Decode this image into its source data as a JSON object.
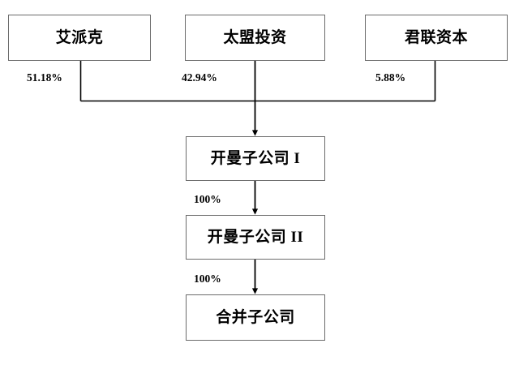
{
  "diagram": {
    "type": "organizational-ownership-chart",
    "background_color": "#ffffff",
    "box_border_color": "#6b6b6b",
    "line_color": "#000000",
    "text_color": "#000000",
    "shareholders": [
      {
        "id": "shareholder-1",
        "label": "艾派克",
        "ownership_label": "51.18%",
        "ownership_value": 51.18
      },
      {
        "id": "shareholder-2",
        "label": "太盟投资",
        "ownership_label": "42.94%",
        "ownership_value": 42.94
      },
      {
        "id": "shareholder-3",
        "label": "君联资本",
        "ownership_label": "5.88%",
        "ownership_value": 5.88
      }
    ],
    "subsidiaries": [
      {
        "id": "subsidiary-cayman-1",
        "label": "开曼子公司 I",
        "ownership_label": "100%",
        "ownership_value": 100
      },
      {
        "id": "subsidiary-cayman-2",
        "label": "开曼子公司 II",
        "ownership_label": "100%",
        "ownership_value": 100
      },
      {
        "id": "subsidiary-merger",
        "label": "合并子公司",
        "ownership_label": "",
        "ownership_value": null
      }
    ]
  }
}
